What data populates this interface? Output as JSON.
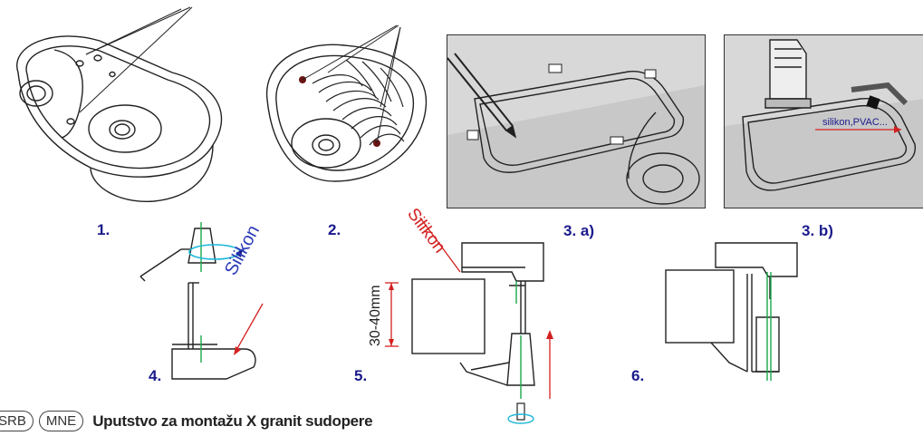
{
  "steps": {
    "s1": "1.",
    "s2": "2.",
    "s3a": "3. a)",
    "s3b": "3. b)",
    "s4": "4.",
    "s5": "5.",
    "s6": "6."
  },
  "annotations": {
    "silikon_red": "Silikon",
    "silikon_blue": "Silikon",
    "silikon_panel": "silikon,PVAC...",
    "dimension": "30-40mm"
  },
  "footer": {
    "badge1": "SRB",
    "badge2": "MNE",
    "title": "Uputstvo za montažu X granit sudopere"
  },
  "colors": {
    "step_label": "#1a1a8c",
    "silikon_red": "#d42020",
    "silikon_blue": "#2a3ab8",
    "axis_green": "#1aa84a",
    "rotation_cyan": "#1cb8d8",
    "panel_bg": "#d8d8d8"
  }
}
